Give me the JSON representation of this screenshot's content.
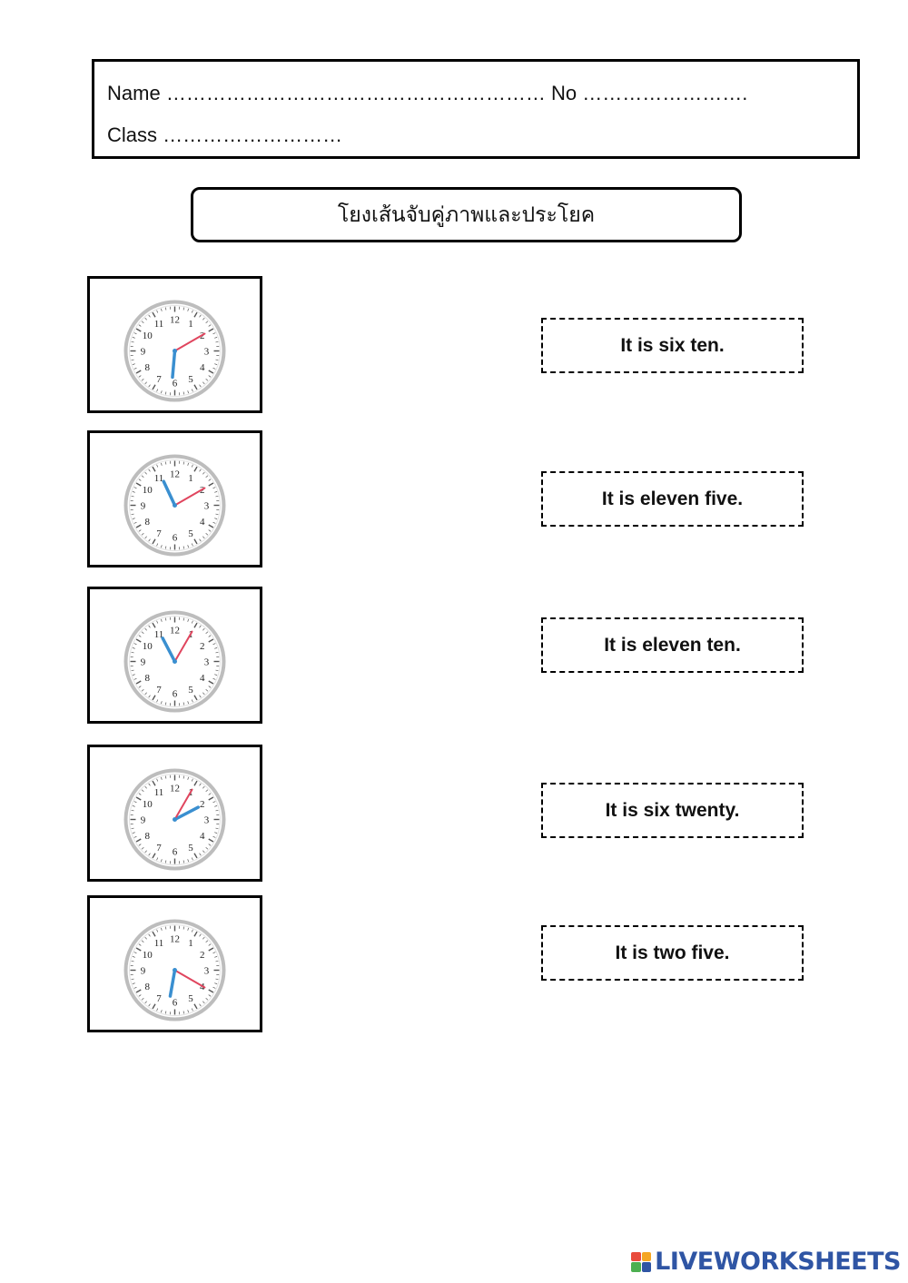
{
  "header": {
    "name_label": "Name",
    "name_dots": "…………………………………………………",
    "no_label": "No",
    "no_dots": "…………………….",
    "class_label": "Class",
    "class_dots": "………………………"
  },
  "instruction": "โยงเส้นจับคู่ภาพและประโยค",
  "clocks": [
    {
      "hour": 6,
      "minute": 10
    },
    {
      "hour": 11,
      "minute": 10
    },
    {
      "hour": 11,
      "minute": 5
    },
    {
      "hour": 2,
      "minute": 5
    },
    {
      "hour": 6,
      "minute": 20
    }
  ],
  "clock_numbers": [
    "12",
    "1",
    "2",
    "3",
    "4",
    "5",
    "6",
    "7",
    "8",
    "9",
    "10",
    "11"
  ],
  "clock_colors": {
    "hour_hand": "#3a8fd0",
    "minute_hand": "#e0455e",
    "rim": "#bdbdbd",
    "face": "#ffffff"
  },
  "sentences": [
    "It is six ten.",
    "It is eleven five.",
    "It is eleven ten.",
    "It is six twenty.",
    "It is two five."
  ],
  "brand": {
    "text": "LIVEWORKSHEETS",
    "logo_colors": [
      "#e94b3c",
      "#f5a623",
      "#4caf50",
      "#2f55a4"
    ]
  }
}
